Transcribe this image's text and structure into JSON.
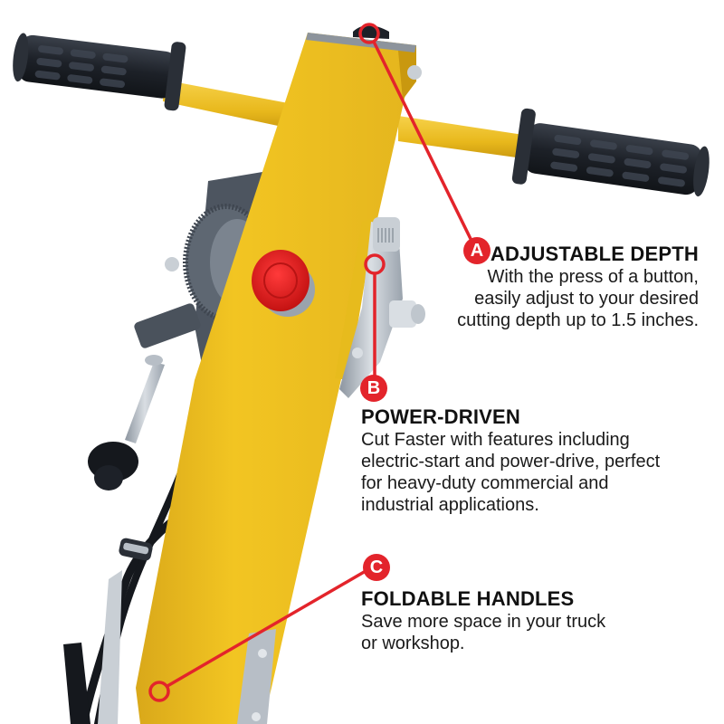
{
  "colors": {
    "accent_red": "#e3242b",
    "body_yellow": "#f2c522",
    "grip_black": "#1d2128",
    "metal_gray": "#9aa3ad",
    "button_red": "#e41b1b",
    "text": "#111111",
    "background": "#ffffff"
  },
  "product": {
    "description": "Yellow saw handle assembly with black grips, red push button, gear dial and lever"
  },
  "features": [
    {
      "badge": "A",
      "title": "ADJUSTABLE DEPTH",
      "description_lines": [
        "With the press of a button,",
        "easily adjust to your desired",
        "cutting depth up to 1.5 inches."
      ]
    },
    {
      "badge": "B",
      "title": "POWER-DRIVEN",
      "description_lines": [
        "Cut Faster with features including",
        "electric-start and power-drive, perfect",
        "for heavy-duty commercial and",
        "industrial applications."
      ]
    },
    {
      "badge": "C",
      "title": "FOLDABLE HANDLES",
      "description_lines": [
        "Save more space in your truck",
        "or workshop."
      ]
    }
  ]
}
